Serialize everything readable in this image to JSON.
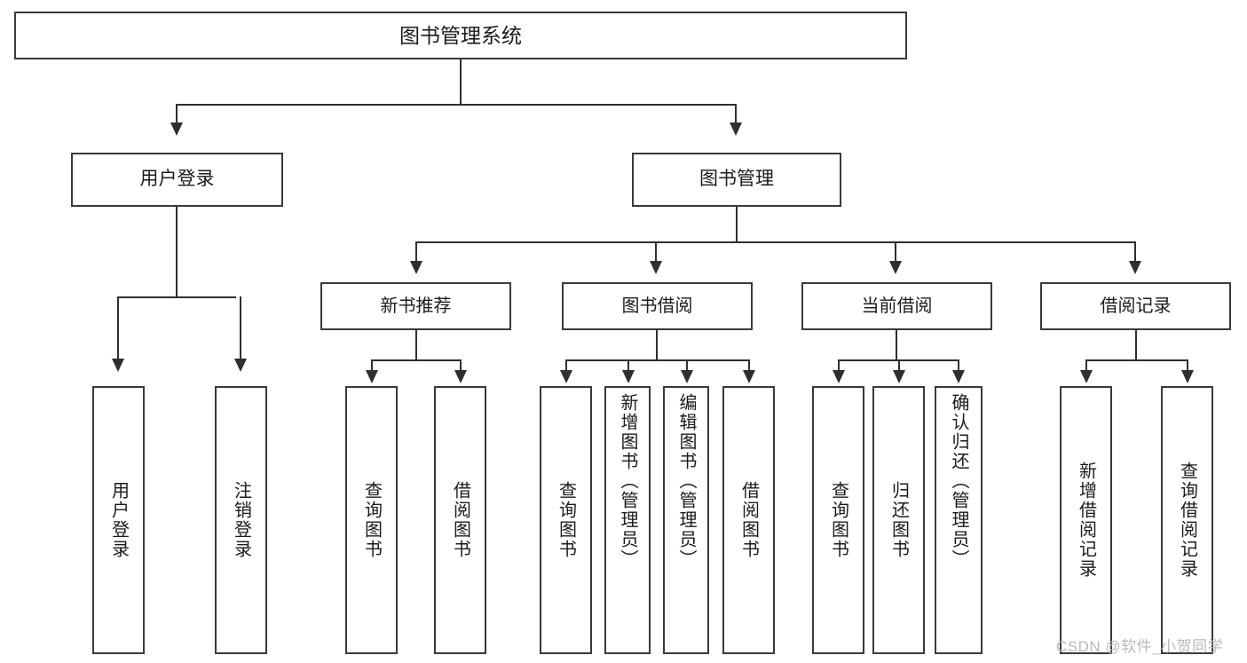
{
  "diagram": {
    "title": "图书管理系统",
    "root": {
      "label": "图书管理系统"
    },
    "level1": [
      {
        "label": "用户登录"
      },
      {
        "label": "图书管理"
      }
    ],
    "level2": [
      {
        "label": "新书推荐"
      },
      {
        "label": "图书借阅"
      },
      {
        "label": "当前借阅"
      },
      {
        "label": "借阅记录"
      }
    ],
    "leaves": {
      "user_login": [
        {
          "label": "用户登录"
        },
        {
          "label": "注销登录"
        }
      ],
      "new_book_recommend": [
        {
          "label": "查询图书"
        },
        {
          "label": "借阅图书"
        }
      ],
      "book_borrow": [
        {
          "label": "查询图书"
        },
        {
          "label": "新增图书（管理员）"
        },
        {
          "label": "编辑图书（管理员）"
        },
        {
          "label": "借阅图书"
        }
      ],
      "current_borrow": [
        {
          "label": "查询图书"
        },
        {
          "label": "归还图书"
        },
        {
          "label": "确认归还（管理员）"
        }
      ],
      "borrow_records": [
        {
          "label": "新增借阅记录"
        },
        {
          "label": "查询借阅记录"
        }
      ]
    },
    "watermark": "CSDN @软件_小贺同学",
    "colors": {
      "border": "#3a3a3a",
      "line": "#2f2f2f",
      "background": "#ffffff",
      "text": "#1b1b1b",
      "watermark": "#b9b9b9"
    }
  }
}
